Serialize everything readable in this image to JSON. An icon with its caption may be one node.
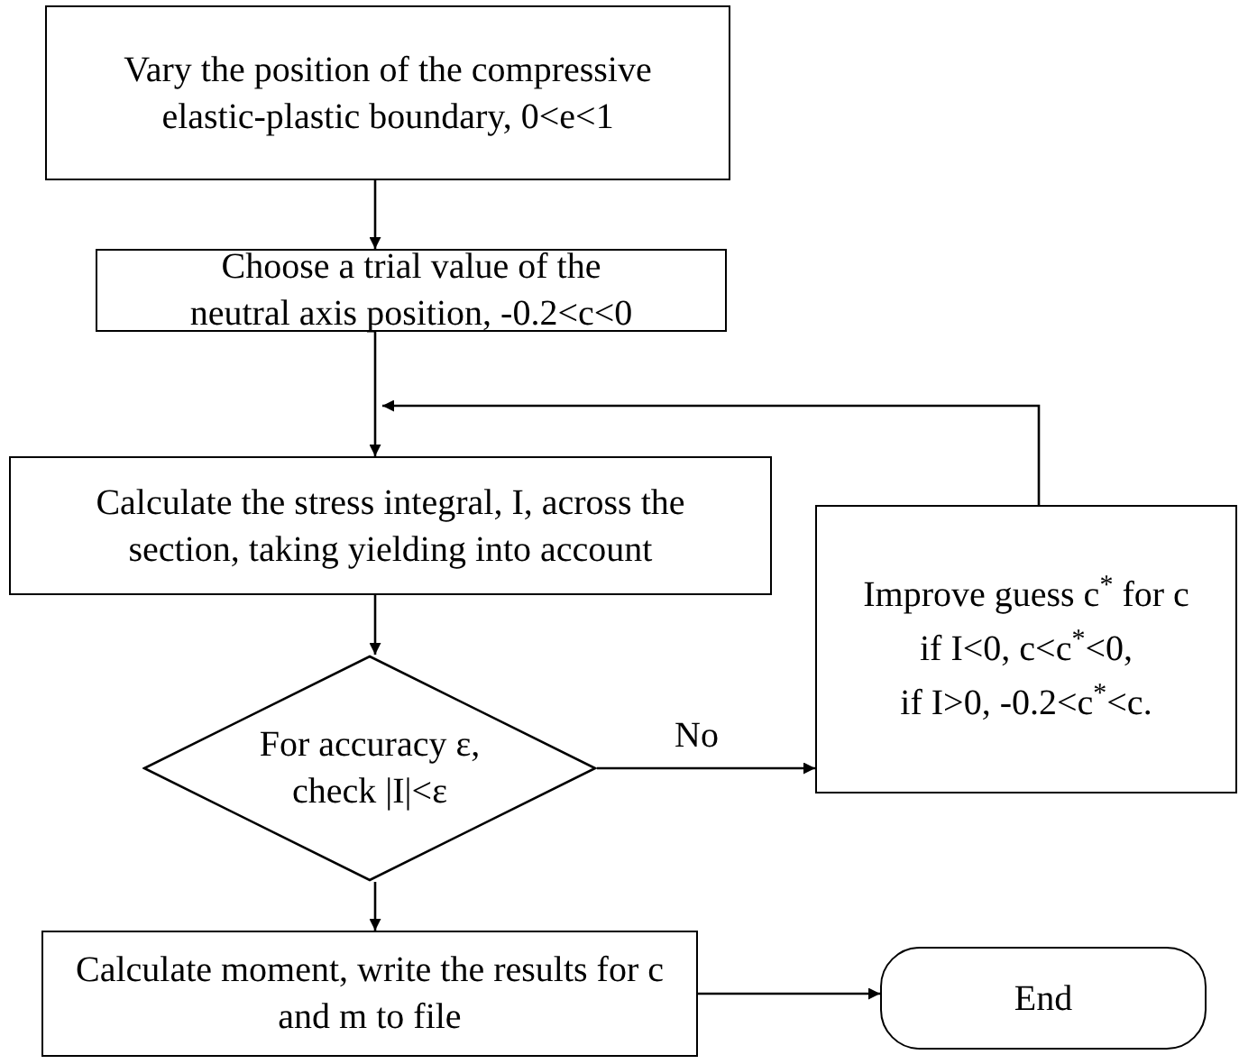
{
  "diagram": {
    "nodes": [
      {
        "text": [
          "Vary the position of the compressive elastic-plastic boundary, 0<e<1"
        ]
      },
      {
        "text": [
          "Choose a trial value of the neutral axis position, -0.2<c<0"
        ]
      },
      {
        "text": [
          "Calculate the stress integral, I, across the section, taking yielding into account"
        ]
      },
      {
        "text": [
          "Improve guess c$^{*}$ for c",
          "if I<0, c<c$^{*}$<0,",
          "if I>0, -0.2<c$^{*}$<c."
        ]
      },
      {
        "text": [
          "For accuracy ε, check |I|<ε"
        ]
      },
      {
        "text": [
          "Calculate moment, write the results for c and m to file"
        ]
      },
      {
        "text": [
          "End"
        ]
      }
    ],
    "edges": [
      {
        "from": 0,
        "to": 1,
        "arrow": "to"
      },
      {
        "from": 1,
        "to": 2,
        "arrow": "to"
      },
      {
        "from": 2,
        "to": 4,
        "arrow": "to"
      },
      {
        "from": 4,
        "to": 3,
        "arrow": "to",
        "label": "No"
      },
      {
        "from": 3,
        "to": 2,
        "arrow": "to"
      },
      {
        "from": 4,
        "to": 5,
        "arrow": "to"
      },
      {
        "from": 5,
        "to": 6,
        "arrow": "to"
      }
    ]
  }
}
